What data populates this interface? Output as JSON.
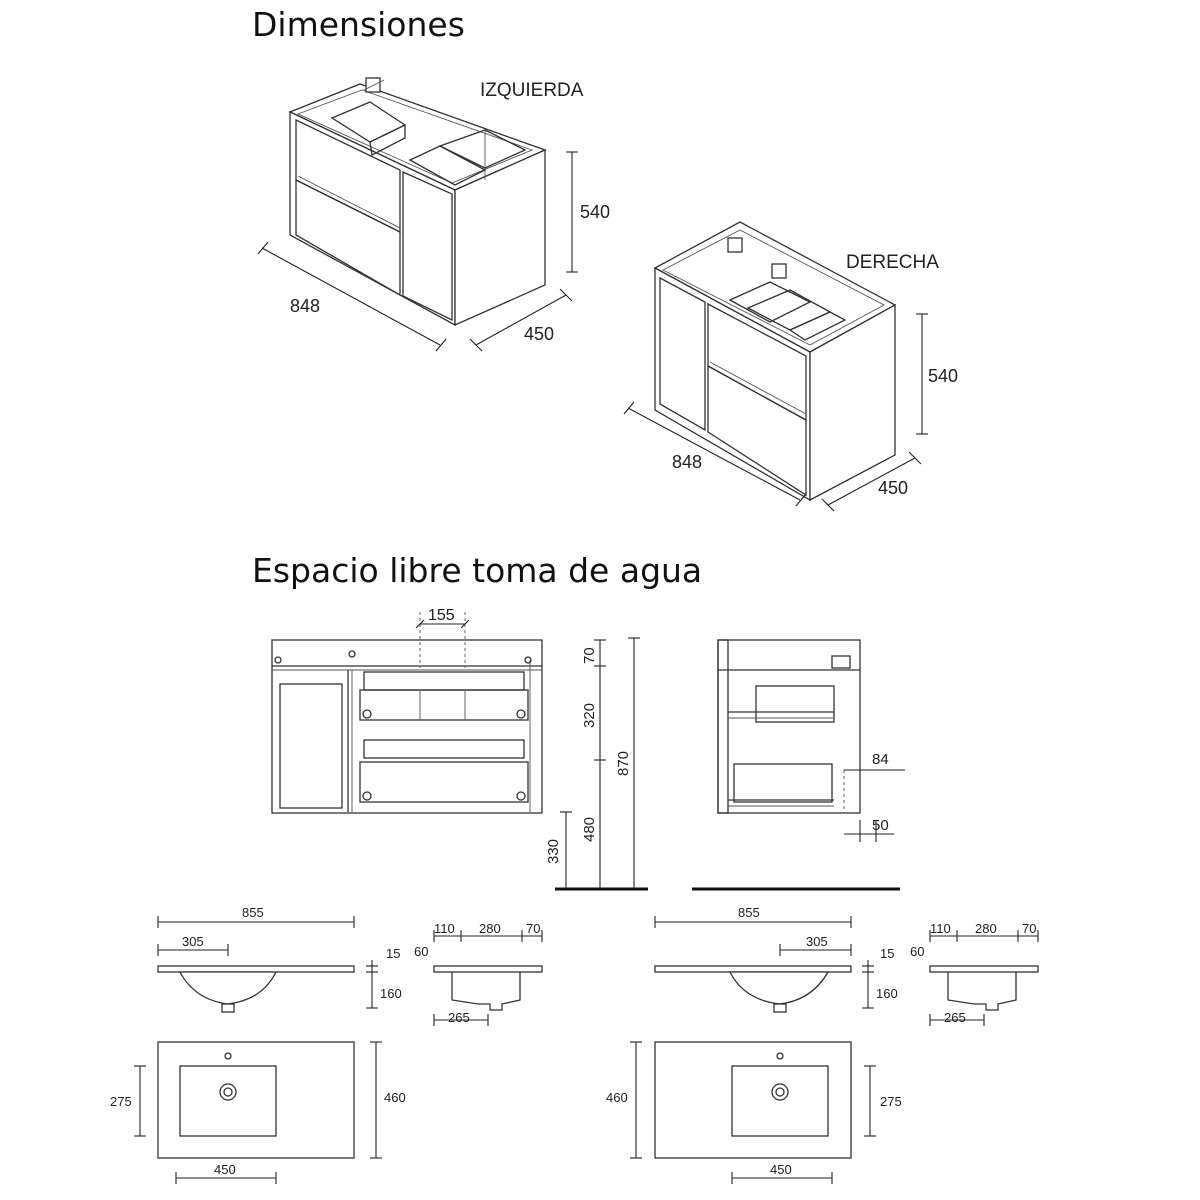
{
  "sections": {
    "dimensions_title": "Dimensiones",
    "water_title": "Espacio libre toma de agua"
  },
  "left_cabinet": {
    "label": "IZQUIERDA",
    "width": "848",
    "depth": "450",
    "height": "540"
  },
  "right_cabinet": {
    "label": "DERECHA",
    "width": "848",
    "depth": "450",
    "height": "540"
  },
  "front_view": {
    "gap": "155"
  },
  "height_scale": {
    "top": "70",
    "middle": "320",
    "lower": "480",
    "total": "870",
    "floor": "330"
  },
  "side_view": {
    "offset": "84",
    "setback": "50"
  },
  "left_basin": {
    "top_width": "855",
    "bowl_offset": "305",
    "thickness": "15",
    "depth": "160",
    "plan_depth": "460",
    "bowl_depth": "275",
    "bowl_center": "450",
    "section": {
      "a": "110",
      "b": "280",
      "c": "70",
      "lip": "60",
      "drain": "265"
    }
  },
  "right_basin": {
    "top_width": "855",
    "bowl_offset": "305",
    "thickness": "15",
    "depth": "160",
    "plan_depth": "460",
    "bowl_depth": "275",
    "bowl_center": "450",
    "section": {
      "a": "110",
      "b": "280",
      "c": "70",
      "lip": "60",
      "drain": "265"
    }
  }
}
